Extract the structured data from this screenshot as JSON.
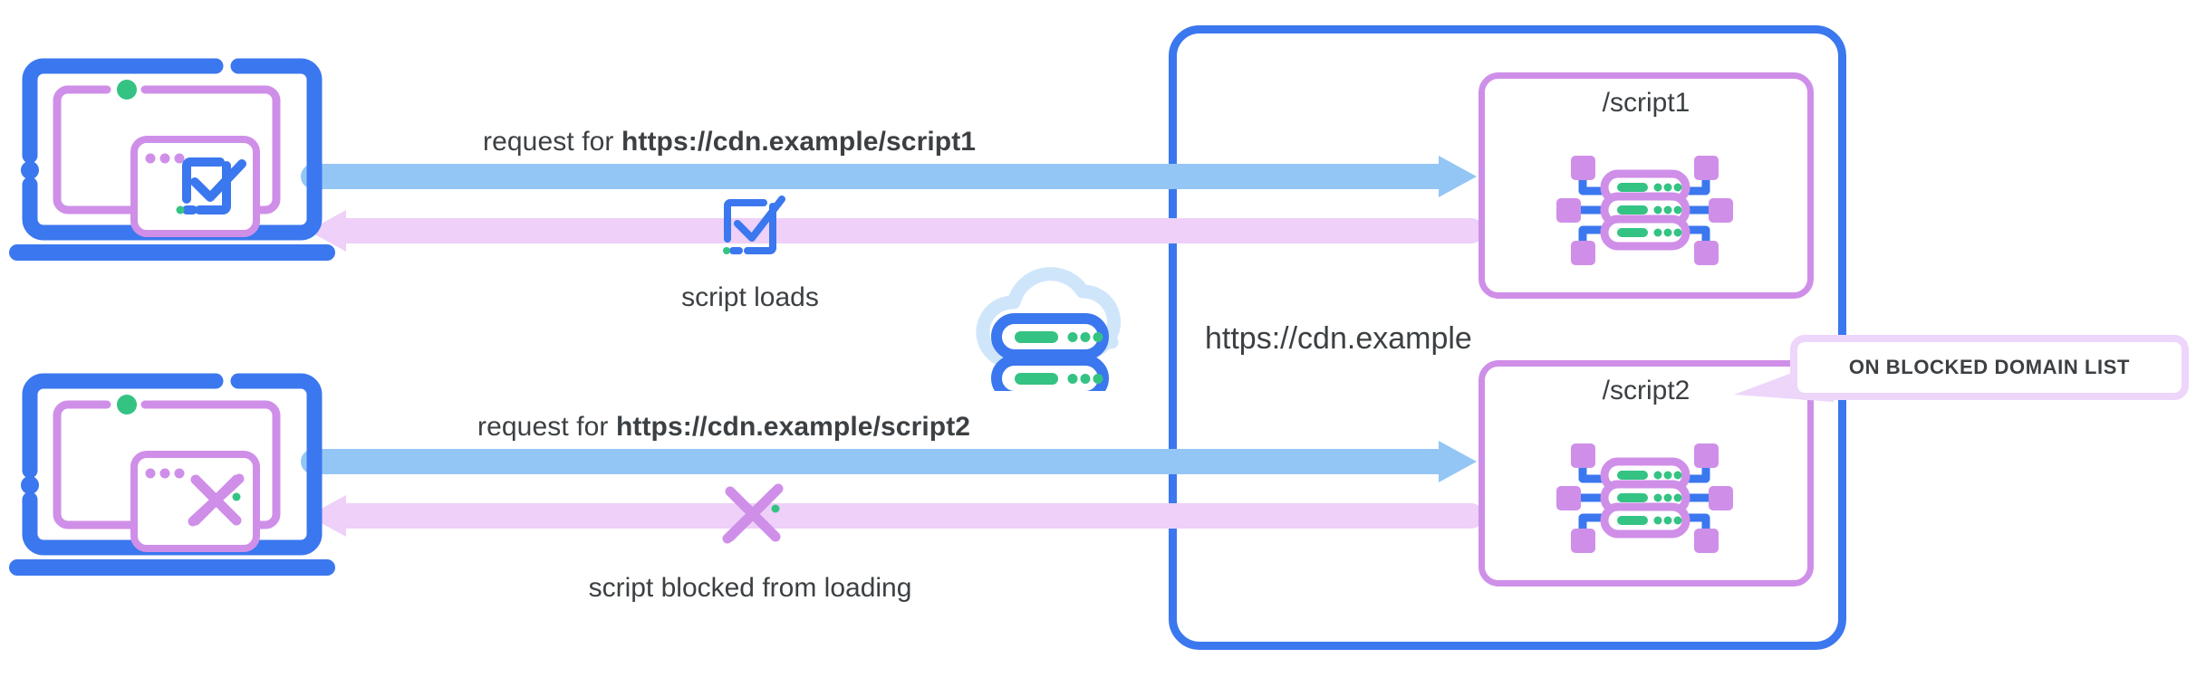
{
  "diagram": {
    "title": "CDN script blocking diagram",
    "colors": {
      "blue": "#3b77ee",
      "light_blue_arrow": "#94c6f5",
      "purple": "#cf8fe8",
      "light_purple_arrow": "#eed0f8",
      "green": "#34c383",
      "cloud": "#cfe5fa",
      "text": "#3c4043",
      "callout_border": "#eed5fa"
    }
  },
  "rows": [
    {
      "id": "allowed",
      "client_icon": "checkmark-icon",
      "request_prefix": "request for ",
      "request_url": "https://cdn.example/script1",
      "result_icon": "checkmark-icon",
      "result_caption": "script loads",
      "resource_title": "/script1",
      "resource_icon": "server-rack-icon"
    },
    {
      "id": "blocked",
      "client_icon": "cross-icon",
      "request_prefix": "request for ",
      "request_url": "https://cdn.example/script2",
      "result_icon": "cross-icon",
      "result_caption": "script blocked from loading",
      "resource_title": "/script2",
      "resource_icon": "server-rack-icon"
    }
  ],
  "cdn": {
    "label": "https://cdn.example",
    "icon": "cloud-server-icon"
  },
  "callout": {
    "text": "ON BLOCKED DOMAIN LIST"
  }
}
